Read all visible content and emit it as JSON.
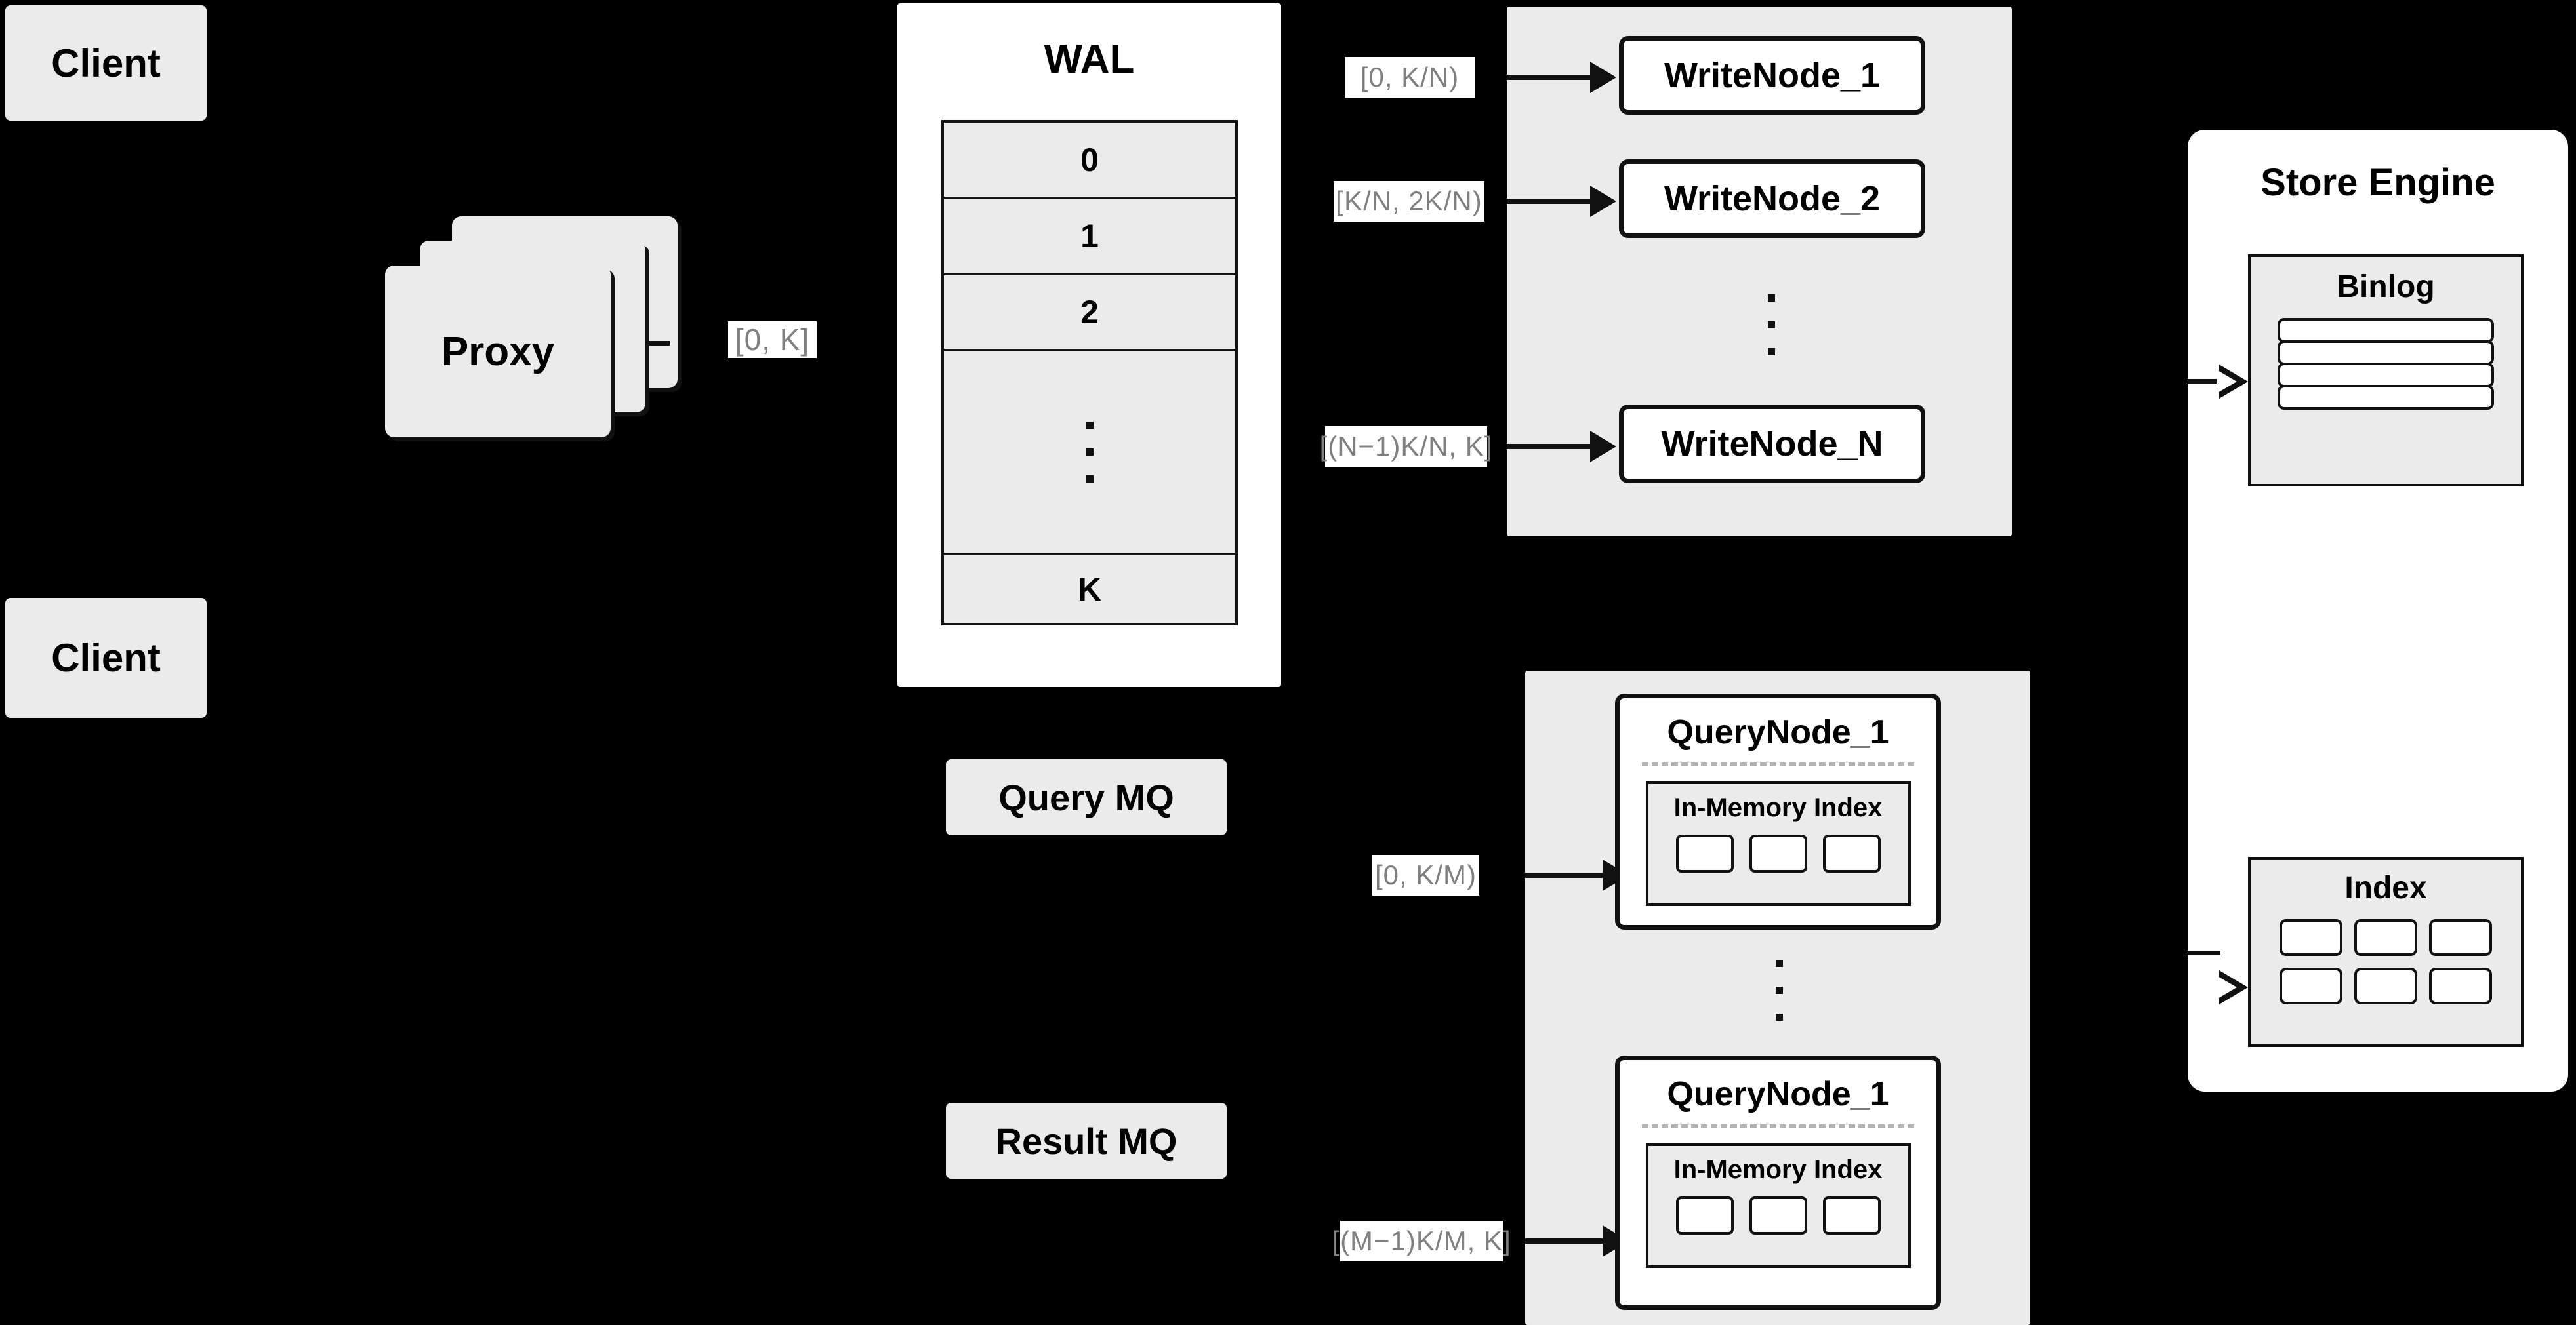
{
  "diagram": {
    "background_color": "#000000",
    "box_fill": "#ebebeb",
    "panel_fill": "#ffffff",
    "stroke_color": "#111111",
    "label_text_color": "#808080"
  },
  "clients": [
    {
      "label": "Client"
    },
    {
      "label": "Client"
    }
  ],
  "proxy": {
    "label": "Proxy",
    "stack_count": 3
  },
  "proxy_range_label": "[0, K]",
  "wal": {
    "title": "WAL",
    "rows": [
      "0",
      "1",
      "2"
    ],
    "ellipsis": "⋮",
    "last_row": "K"
  },
  "write_cluster": {
    "nodes": [
      {
        "name": "WriteNode_1",
        "range_label": "[0,  K/N)"
      },
      {
        "name": "WriteNode_2",
        "range_label": "[K/N, 2K/N)"
      },
      {
        "name": "WriteNode_N",
        "range_label": "[(N−1)K/N,  K]"
      }
    ],
    "ellipsis": "⋮"
  },
  "query_cluster": {
    "nodes": [
      {
        "name": "QueryNode_1",
        "range_label": "[0, K/M)",
        "index": {
          "title": "In-Memory Index",
          "cell_count": 3
        }
      },
      {
        "name": "QueryNode_1",
        "range_label": "[(M−1)K/M, K]",
        "index": {
          "title": "In-Memory Index",
          "cell_count": 3
        }
      }
    ],
    "ellipsis": "⋮"
  },
  "message_queues": [
    {
      "label": "Query MQ"
    },
    {
      "label": "Result MQ"
    }
  ],
  "store_engine": {
    "title": "Store Engine",
    "binlog": {
      "title": "Binlog",
      "bar_count": 4
    },
    "index": {
      "title": "Index",
      "cell_count": 6
    }
  }
}
